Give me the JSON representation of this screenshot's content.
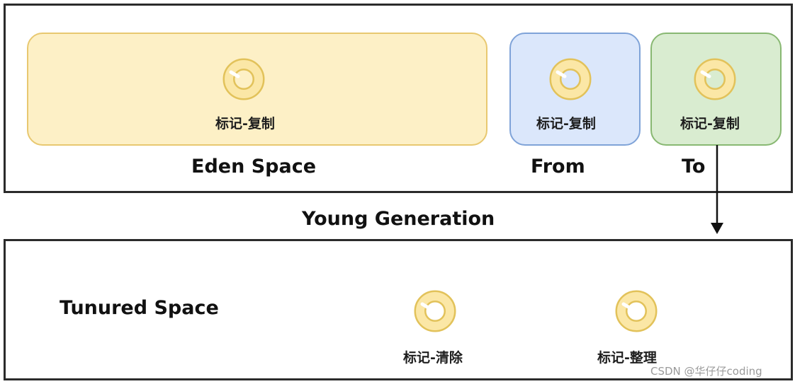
{
  "young": {
    "eden": {
      "caption": "标记-复制",
      "label": "Eden Space"
    },
    "from": {
      "caption": "标记-复制",
      "label": "From"
    },
    "to": {
      "caption": "标记-复制",
      "label": "To"
    },
    "title": "Young Generation"
  },
  "tenured": {
    "label": "Tunured Space",
    "algorithms": [
      "标记-清除",
      "标记-整理"
    ]
  },
  "watermark": "CSDN @华仔仔coding",
  "colors": {
    "eden_fill": "#fdf0c6",
    "from_fill": "#dbe7fb",
    "to_fill": "#d9ecd0",
    "ring_fill": "#fbe7a6",
    "ring_stroke": "#e2c25a"
  },
  "icons": [
    "gc-ring-icon"
  ]
}
